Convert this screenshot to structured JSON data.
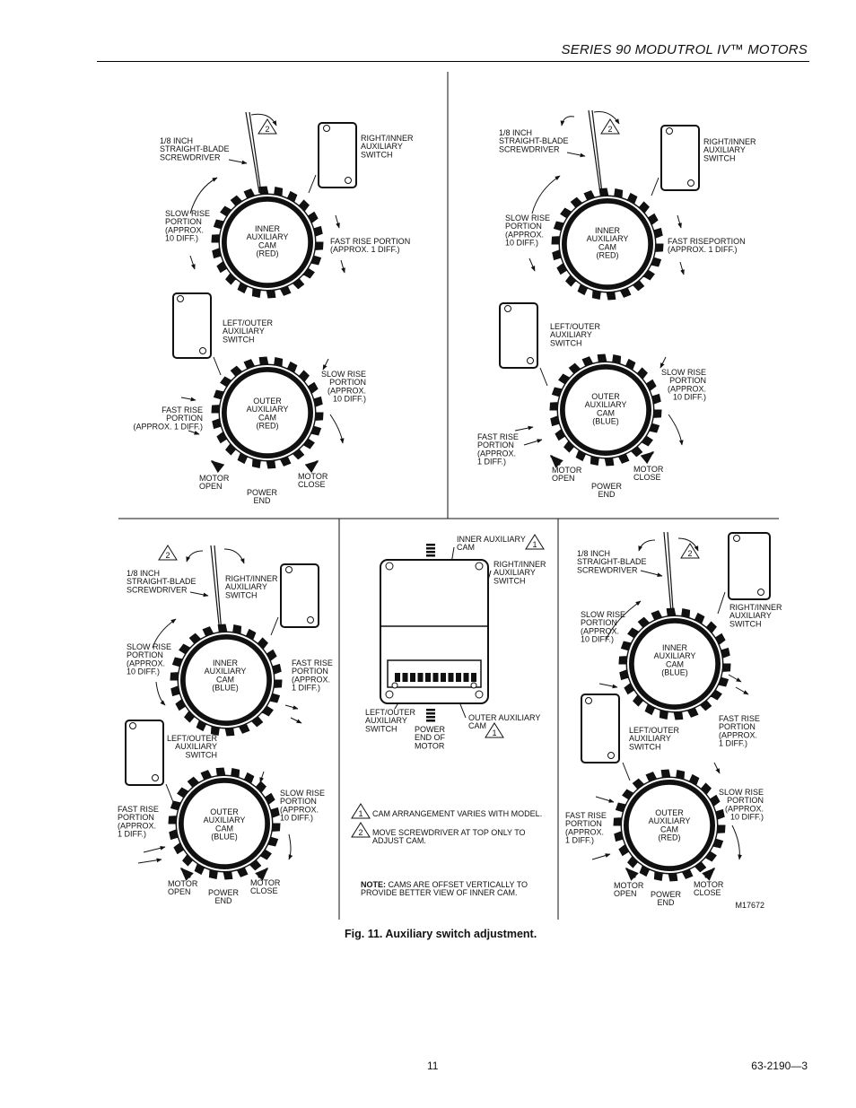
{
  "header": {
    "title": "SERIES 90 MODUTROL IV™ MOTORS"
  },
  "figure": {
    "caption": "Fig. 11. Auxiliary switch adjustment.",
    "id": "M17672",
    "labels": {
      "screwdriver": [
        "1/8 INCH",
        "STRAIGHT-BLADE",
        "SCREWDRIVER"
      ],
      "right_inner_switch": [
        "RIGHT/INNER",
        "AUXILIARY",
        "SWITCH"
      ],
      "left_outer_switch": [
        "LEFT/OUTER",
        "AUXILIARY",
        "SWITCH"
      ],
      "slow_rise": [
        "SLOW RISE",
        "PORTION",
        "(APPROX.",
        "10  DIFF.)"
      ],
      "fast_rise_inner_tl": [
        "FAST RISE PORTION",
        "(APPROX. 1  DIFF.)"
      ],
      "fast_rise_inner_tr": [
        "FAST RISEPORTION",
        "(APPROX. 1  DIFF.)"
      ],
      "fast_rise_stack": [
        "FAST RISE",
        "PORTION",
        "(APPROX.",
        "1  DIFF.)"
      ],
      "fast_rise_outer_tl": [
        "FAST RISE",
        "PORTION",
        "(APPROX. 1  DIFF.)"
      ],
      "inner_red": [
        "INNER",
        "AUXILIARY",
        "CAM",
        "(RED)"
      ],
      "inner_blue": [
        "INNER",
        "AUXILIARY",
        "CAM",
        "(BLUE)"
      ],
      "outer_red": [
        "OUTER",
        "AUXILIARY",
        "CAM",
        "(RED)"
      ],
      "outer_blue": [
        "OUTER",
        "AUXILIARY",
        "CAM",
        "(BLUE)"
      ],
      "motor_open": [
        "MOTOR",
        "OPEN"
      ],
      "motor_close": [
        "MOTOR",
        "CLOSE"
      ],
      "power_end": [
        "POWER",
        "END"
      ],
      "inner_aux_cam": [
        "INNER AUXILIARY",
        "CAM"
      ],
      "outer_aux_cam": [
        "OUTER AUXILIARY",
        "CAM"
      ],
      "power_end_motor": [
        "POWER",
        "END OF",
        "MOTOR"
      ],
      "marker_1": "1",
      "marker_2": "2"
    },
    "legend": {
      "note1": "CAM ARRANGEMENT VARIES WITH MODEL.",
      "note2_line1": "MOVE SCREWDRIVER AT TOP ONLY TO",
      "note2_line2": "ADJUST CAM.",
      "note_bold": "NOTE:",
      "note_line1": " CAMS ARE OFFSET VERTICALLY TO",
      "note_line2": "PROVIDE BETTER VIEW OF INNER CAM."
    }
  },
  "footer": {
    "page": "11",
    "doc": "63-2190—3"
  }
}
